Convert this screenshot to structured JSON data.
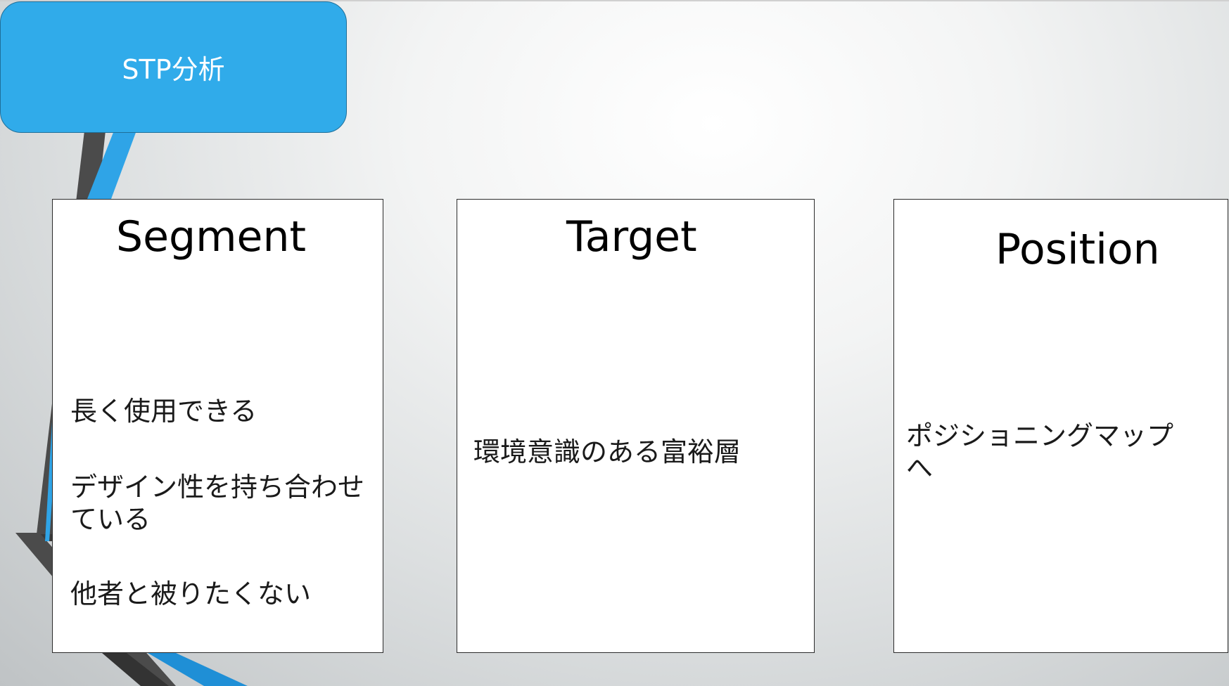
{
  "slide": {
    "title": "STP分析",
    "cards": {
      "segment": {
        "heading": "Segment",
        "items": [
          "長く使用できる",
          "デザイン性を持ち合わせている",
          "他者と被りたくない"
        ]
      },
      "target": {
        "heading": "Target",
        "text": "環境意識のある富裕層"
      },
      "position": {
        "heading": "Position",
        "text": "ポジショニングマップへ"
      }
    }
  },
  "colors": {
    "title_box": "#30abea",
    "accent_blue": "#2fa4e7",
    "accent_dark": "#4b4b4b",
    "card_border": "#2b2b2b"
  }
}
